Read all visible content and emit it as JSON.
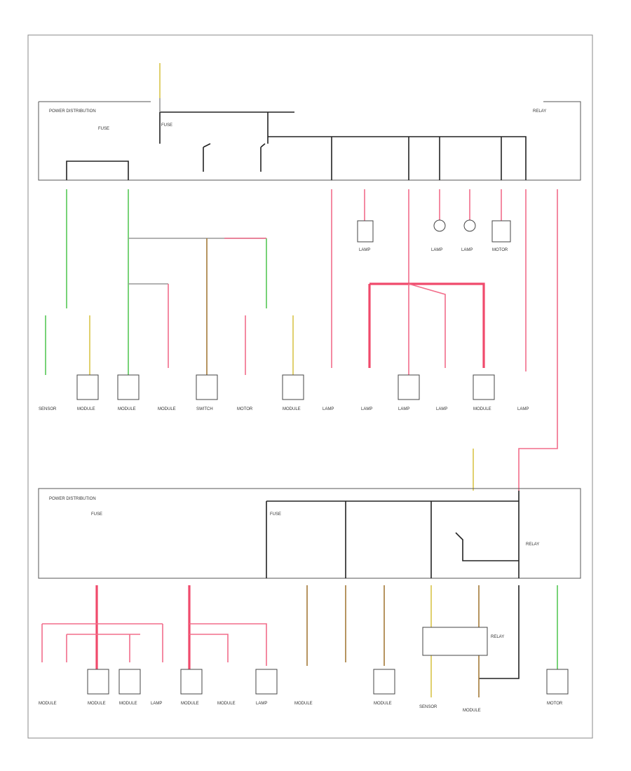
{
  "diagram": {
    "top_box_labels": [
      "POWER DISTRIBUTION",
      "FUSE",
      "FUSE",
      "RELAY"
    ],
    "bottom_box_labels": [
      "POWER DISTRIBUTION",
      "FUSE",
      "FUSE",
      "RELAY"
    ],
    "top_components": [
      "LAMP",
      "LAMP",
      "LAMP",
      "MOTOR"
    ],
    "mid_components": [
      "SENSOR",
      "MODULE",
      "MODULE",
      "MODULE",
      "SWITCH",
      "MOTOR",
      "MODULE",
      "LAMP",
      "LAMP",
      "LAMP",
      "LAMP",
      "MODULE",
      "LAMP"
    ],
    "bottom_components": [
      "MODULE",
      "MODULE",
      "MODULE",
      "LAMP",
      "MODULE",
      "MODULE",
      "LAMP",
      "MODULE",
      "RELAY",
      "MODULE",
      "SENSOR",
      "MODULE",
      "MOTOR"
    ],
    "corner_label": ""
  },
  "colors": {
    "pink": "#f26d8a",
    "green": "#56c856",
    "yellow": "#d8c44a",
    "brown": "#a47a38",
    "frame": "#888888"
  }
}
